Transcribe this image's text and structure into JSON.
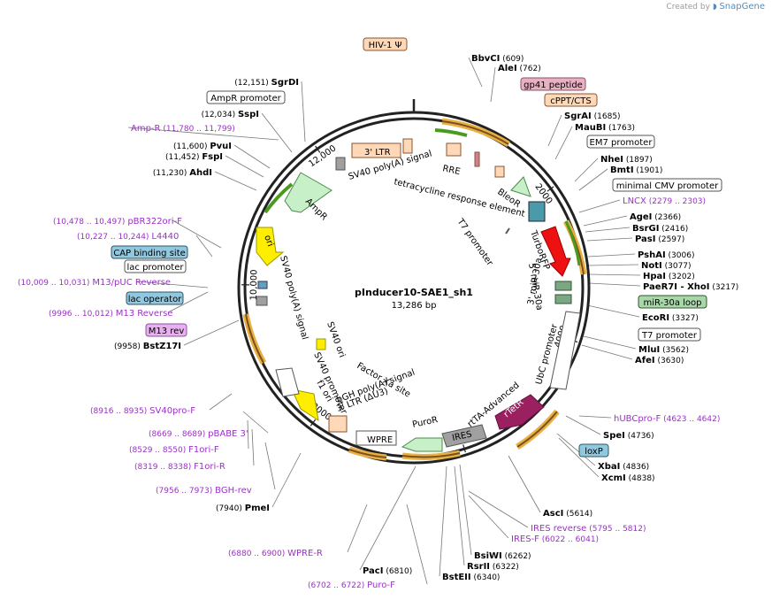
{
  "credit": {
    "prefix": "Created by",
    "brand": "SnapGene"
  },
  "plasmid": {
    "name": "pInducer10-SAE1_sh1",
    "length": "13,286 bp",
    "total_bp": 13286
  },
  "ticks": [
    {
      "label": "2000",
      "bp": 2000
    },
    {
      "label": "4000",
      "bp": 4000
    },
    {
      "label": "6000",
      "bp": 6000
    },
    {
      "label": "8000",
      "bp": 8000
    },
    {
      "label": "10,000",
      "bp": 10000
    },
    {
      "label": "12,000",
      "bp": 12000
    }
  ],
  "colors": {
    "enzyme": "#000000",
    "primer": "#9b30c8",
    "backbone": "#222222",
    "feature_label_box": "#ffffff"
  },
  "enzymes": [
    {
      "name": "BbvCI",
      "pos": "(609)"
    },
    {
      "name": "AleI",
      "pos": "(762)"
    },
    {
      "name": "SgrAI",
      "pos": "(1685)"
    },
    {
      "name": "MauBI",
      "pos": "(1763)"
    },
    {
      "name": "NheI",
      "pos": "(1897)"
    },
    {
      "name": "BmtI",
      "pos": "(1901)"
    },
    {
      "name": "AgeI",
      "pos": "(2366)"
    },
    {
      "name": "BsrGI",
      "pos": "(2416)"
    },
    {
      "name": "PasI",
      "pos": "(2597)"
    },
    {
      "name": "PshAI",
      "pos": "(3006)"
    },
    {
      "name": "NotI",
      "pos": "(3077)"
    },
    {
      "name": "HpaI",
      "pos": "(3202)"
    },
    {
      "name": "PaeR7I - XhoI",
      "pos": "(3217)"
    },
    {
      "name": "EcoRI",
      "pos": "(3327)"
    },
    {
      "name": "MluI",
      "pos": "(3562)"
    },
    {
      "name": "AfeI",
      "pos": "(3630)"
    },
    {
      "name": "SpeI",
      "pos": "(4736)"
    },
    {
      "name": "XbaI",
      "pos": "(4836)"
    },
    {
      "name": "XcmI",
      "pos": "(4838)"
    },
    {
      "name": "AscI",
      "pos": "(5614)"
    },
    {
      "name": "BsiWI",
      "pos": "(6262)"
    },
    {
      "name": "RsrII",
      "pos": "(6322)"
    },
    {
      "name": "BstEII",
      "pos": "(6340)"
    },
    {
      "name": "PacI",
      "pos": "(6810)"
    },
    {
      "name": "PmeI",
      "pos": "(7940)"
    },
    {
      "name": "BstZ17I",
      "pos": "(9958)"
    },
    {
      "name": "AhdI",
      "pos": "(11,230)"
    },
    {
      "name": "FspI",
      "pos": "(11,452)"
    },
    {
      "name": "PvuI",
      "pos": "(11,600)"
    },
    {
      "name": "SspI",
      "pos": "(12,034)"
    },
    {
      "name": "SgrDI",
      "pos": "(12,151)"
    }
  ],
  "primers": [
    {
      "name": "LNCX",
      "pos": "(2279 .. 2303)"
    },
    {
      "name": "hUBCpro-F",
      "pos": "(4623 .. 4642)"
    },
    {
      "name": "IRES reverse",
      "pos": "(5795 .. 5812)"
    },
    {
      "name": "IRES-F",
      "pos": "(6022 .. 6041)"
    },
    {
      "name": "WPRE-R",
      "pos": "(6880 .. 6900)"
    },
    {
      "name": "Puro-F",
      "pos": "(6702 .. 6722)"
    },
    {
      "name": "BGH-rev",
      "pos": "(7956 .. 7973)"
    },
    {
      "name": "F1ori-R",
      "pos": "(8319 .. 8338)"
    },
    {
      "name": "F1ori-F",
      "pos": "(8529 .. 8550)"
    },
    {
      "name": "pBABE 3'",
      "pos": "(8669 .. 8689)"
    },
    {
      "name": "SV40pro-F",
      "pos": "(8916 .. 8935)"
    },
    {
      "name": "M13 Reverse",
      "pos": "(9996 .. 10,012)"
    },
    {
      "name": "M13/pUC Reverse",
      "pos": "(10,009 .. 10,031)"
    },
    {
      "name": "L4440",
      "pos": "(10,227 .. 10,244)"
    },
    {
      "name": "pBR322ori-F",
      "pos": "(10,478 .. 10,497)"
    },
    {
      "name": "Amp-R",
      "pos": "(11,780 .. 11,799)"
    }
  ],
  "boxed_labels": [
    {
      "text": "HIV-1 Ψ"
    },
    {
      "text": "gp41 peptide"
    },
    {
      "text": "cPPT/CTS"
    },
    {
      "text": "EM7 promoter"
    },
    {
      "text": "minimal CMV promoter"
    },
    {
      "text": "miR-30a loop"
    },
    {
      "text": "T7 promoter"
    },
    {
      "text": "loxP"
    },
    {
      "text": "AmpR promoter"
    },
    {
      "text": "CAP binding site"
    },
    {
      "text": "lac promoter"
    },
    {
      "text": "lac operator"
    },
    {
      "text": "M13 rev"
    }
  ],
  "inner_labels": [
    {
      "text": "3' LTR"
    },
    {
      "text": "SV40 poly(A) signal"
    },
    {
      "text": "RRE"
    },
    {
      "text": "tetracycline response element"
    },
    {
      "text": "BleoR"
    },
    {
      "text": "T7 promoter"
    },
    {
      "text": "TurboRFP"
    },
    {
      "text": "5' miR-30a"
    },
    {
      "text": "3' miR-30a"
    },
    {
      "text": "UbC promoter"
    },
    {
      "text": "rTetR"
    },
    {
      "text": "rtTA-Advanced"
    },
    {
      "text": "IRES"
    },
    {
      "text": "PuroR"
    },
    {
      "text": "WPRE"
    },
    {
      "text": "3' LTR (ΔU3)"
    },
    {
      "text": "bGH poly(A) signal"
    },
    {
      "text": "Factor Xa site"
    },
    {
      "text": "f1 ori"
    },
    {
      "text": "SV40 promoter"
    },
    {
      "text": "SV40 ori"
    },
    {
      "text": "SV40 poly(A) signal"
    },
    {
      "text": "ori"
    },
    {
      "text": "AmpR"
    }
  ]
}
